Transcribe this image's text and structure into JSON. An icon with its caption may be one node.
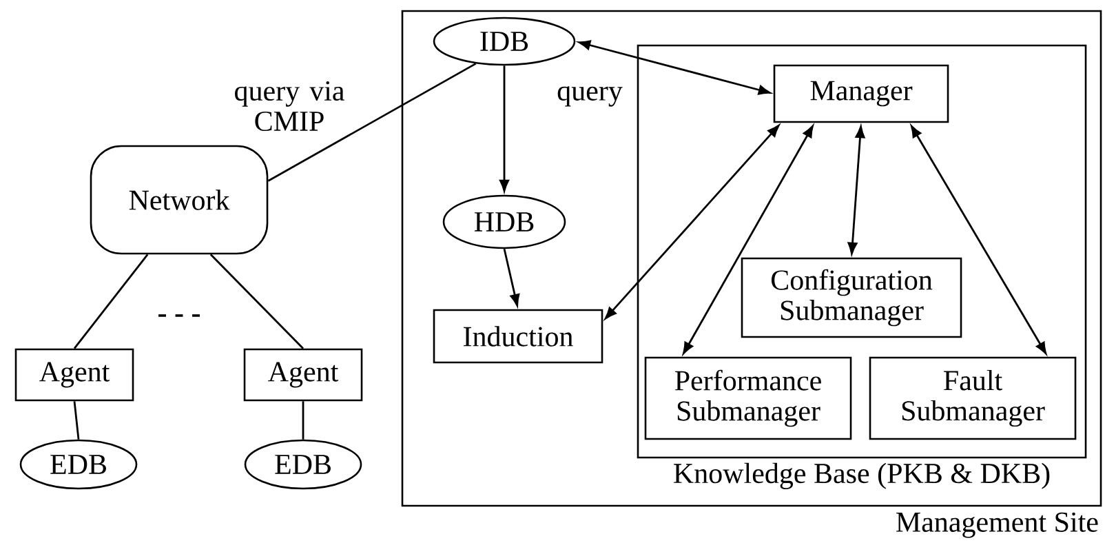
{
  "diagram": {
    "nodes": [
      {
        "text": [
          "Management Site"
        ]
      },
      {
        "text": [
          "Knowledge Base (PKB & DKB)"
        ],
        "in": 0
      },
      {
        "text": [
          "IDB"
        ],
        "in": 0
      },
      {
        "text": [
          "Manager"
        ],
        "in": 1
      },
      {
        "text": [
          "HDB"
        ],
        "in": 0
      },
      {
        "text": [
          "Configuration Submanager"
        ],
        "in": 1
      },
      {
        "text": [
          "Induction"
        ],
        "in": 0
      },
      {
        "text": [
          "Performance Submanager"
        ],
        "in": 1
      },
      {
        "text": [
          "Fault Submanager"
        ],
        "in": 1
      },
      {
        "text": [
          "Network"
        ]
      },
      {
        "text": [
          "Agent"
        ]
      },
      {
        "text": [
          "Agent"
        ]
      },
      {
        "text": [
          "EDB"
        ]
      },
      {
        "text": [
          "EDB"
        ]
      }
    ],
    "edges": [
      {
        "from": 2,
        "to": 3,
        "arrow": "both",
        "label": "query"
      },
      {
        "from": 9,
        "to": 2,
        "arrow": "none",
        "label": "query via CMIP"
      },
      {
        "from": 2,
        "to": 4,
        "arrow": "to"
      },
      {
        "from": 4,
        "to": 6,
        "arrow": "to"
      },
      {
        "from": 6,
        "to": 3,
        "arrow": "both"
      },
      {
        "from": 3,
        "to": 5,
        "arrow": "both"
      },
      {
        "from": 3,
        "to": 7,
        "arrow": "both"
      },
      {
        "from": 3,
        "to": 8,
        "arrow": "both"
      },
      {
        "from": 9,
        "to": 10,
        "arrow": "none"
      },
      {
        "from": 9,
        "to": 11,
        "arrow": "none"
      },
      {
        "from": 10,
        "to": 12,
        "arrow": "none"
      },
      {
        "from": 11,
        "to": 13,
        "arrow": "none"
      }
    ],
    "labels": [
      "- - -"
    ]
  }
}
